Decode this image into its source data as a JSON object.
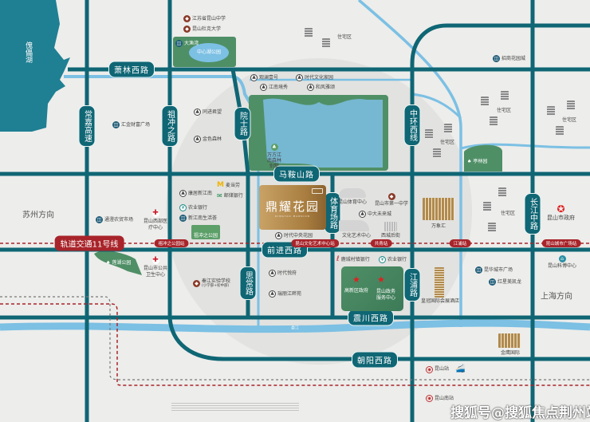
{
  "lake": "傀儡湖",
  "river": "娄江",
  "project": {
    "name": "鼎耀花园",
    "subtitle": "DINGYAO MANSION"
  },
  "roads": {
    "xiaolin": "萧林西路",
    "changjia": "常嘉高速",
    "zuchongzhi": "祖冲之路",
    "yuanshi": "院士路",
    "maanshan": "马鞍山路",
    "tiyuchang": "体育场路",
    "zhonghuan": "中环西线",
    "changjiang": "长江中路",
    "qianjin": "前进西路",
    "sichang": "思常路",
    "jiangpu": "江浦路",
    "zhenchuan": "震川西路",
    "chaoyang": "朝阳西路"
  },
  "directions": {
    "suzhou": "苏州方向",
    "shanghai": "上海方向"
  },
  "metro": {
    "line": "轨道交通11号线",
    "stations": [
      "祖冲之公园站",
      "昆山文化艺术中心站",
      "共青站",
      "江浦站",
      "昆山城市广场站"
    ]
  },
  "pois": {
    "kunshan_high": "江苏省昆山中学",
    "duke": "昆山杜克大学",
    "dayuwan": "大渔湾",
    "central_lake_park": "中心湖公园",
    "residential": "住宅区",
    "guanlan": "观澜壹号",
    "jiangnan_jingxiu": "江南境秀",
    "shidai_wenhua": "时代文化家园",
    "hefeng": "和风雅颂",
    "zhaoshang": "招商花园城",
    "tongjin": "同进君望",
    "jinse": "金色森林",
    "huijin": "汇金财富广场",
    "wanfang": "万方江南森林别墅",
    "tinglin": "亭林园",
    "mcd": "麦当劳",
    "postal_bank": "邮储银行",
    "kangju": "康居新江南",
    "abc_bank": "农业银行",
    "xinjiangnan": "新江南生活荟",
    "zuchongzhi_park": "祖冲之公园",
    "tongcheng_market": "通澄农贸市场",
    "west_medical": "昆山西部医疗中心",
    "shidai_central": "时代中央花园",
    "sports_center": "昆山体育中心",
    "no1_middle": "昆山市第一中学",
    "zhongda": "中大未来城",
    "culture_center": "文化艺术中心",
    "xicheng": "西城后街",
    "wanxianghui": "万象汇",
    "city_gov": "昆山市政府",
    "lianhu_park": "莲湖公园",
    "public_health": "昆山市公共卫生中心",
    "qinjiang_school": "秦江实验学校",
    "qinjiang_school_sub": "(小学部+初中部)",
    "shidai_yuefu": "时代悦府",
    "ruili": "瑞丽江畔苑",
    "lucheng_bank": "鹿城村镇银行",
    "hitech_gov": "高新区政府",
    "gov_service": "昆山政务服务中心",
    "crown_hotel": "皇冠国际会展酒店",
    "kunhua": "昆华城市广场",
    "redstar": "红星美凯龙",
    "kebo": "昆山科博中心",
    "jinying": "金鹰国际",
    "ks_station": "昆山站",
    "ks_south": "昆山南站"
  },
  "watermark": "搜狐号@搜狐焦点荆州站",
  "colors": {
    "road": "#0f6674",
    "river": "#7cc0e4",
    "lake": "#1f7f93",
    "metro": "#a8242a",
    "park": "#4f8f66",
    "gold": "#b08a4e"
  }
}
